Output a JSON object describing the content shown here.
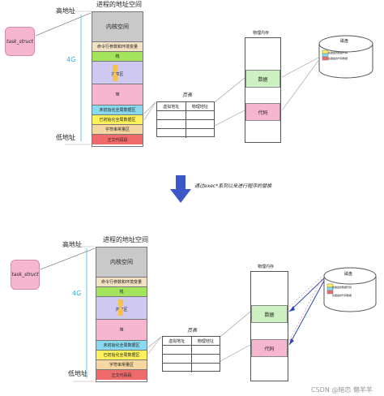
{
  "top": {
    "task_struct": "task_struct",
    "high_addr": "高地址",
    "low_addr": "低地址",
    "four_g": "4G",
    "as_title": "进程的地址空间",
    "segments": [
      {
        "label": "内核空间",
        "color": "#c9c9c9"
      },
      {
        "label": "命令行参数和环境变量",
        "color": "#f3e1c3"
      },
      {
        "label": "栈",
        "color": "#a4e35c"
      },
      {
        "label": "",
        "color": "#cfc8f0"
      },
      {
        "label": "共享区",
        "color": "#cfc8f0"
      },
      {
        "label": "",
        "color": "#cfc8f0"
      },
      {
        "label": "堆",
        "color": "#f7b6cf"
      },
      {
        "label": "未初始化全局数据区",
        "color": "#89d9f0"
      },
      {
        "label": "已初始化全局数据区",
        "color": "#fff15c"
      },
      {
        "label": "字符串常量区",
        "color": "#f6d7a1"
      },
      {
        "label": "正文代码段",
        "color": "#ef6a6a"
      }
    ],
    "page_table_title": "页表",
    "pt_headers": [
      "虚拟地址",
      "物理地址"
    ],
    "phys_title": "物理内存",
    "phys_data": "数据",
    "phys_code": "代码",
    "disk_title": "磁盘",
    "disk_lines": [
      "在磁盘的数据代码",
      "在磁盘的代码数据"
    ]
  },
  "middle": {
    "caption": "通过exec*系列以来进行程序的替换"
  },
  "bottom": {
    "task_struct": "task_struct",
    "high_addr": "高地址",
    "low_addr": "低地址",
    "four_g": "4G",
    "as_title": "进程的地址空间",
    "segments": [
      {
        "label": "内核空间",
        "color": "#c9c9c9"
      },
      {
        "label": "命令行参数和环境变量",
        "color": "#f3e1c3"
      },
      {
        "label": "栈",
        "color": "#a4e35c"
      },
      {
        "label": "",
        "color": "#cfc8f0"
      },
      {
        "label": "共享区",
        "color": "#cfc8f0"
      },
      {
        "label": "",
        "color": "#cfc8f0"
      },
      {
        "label": "堆",
        "color": "#f7b6cf"
      },
      {
        "label": "未初始化全局数据区",
        "color": "#89d9f0"
      },
      {
        "label": "已初始化全局数据区",
        "color": "#fff15c"
      },
      {
        "label": "字符串常量区",
        "color": "#f6d7a1"
      },
      {
        "label": "正文代码段",
        "color": "#ef6a6a"
      }
    ],
    "page_table_title": "页表",
    "pt_headers": [
      "虚拟地址",
      "物理地址"
    ],
    "phys_title": "物理内存",
    "phys_data": "数据",
    "phys_code": "代码",
    "disk_title": "磁盘",
    "disk_lines": [
      "在磁盘的数据代码",
      "在磁盘的代码数据"
    ]
  },
  "watermark": "CSDN @暗恋 懒羊羊"
}
